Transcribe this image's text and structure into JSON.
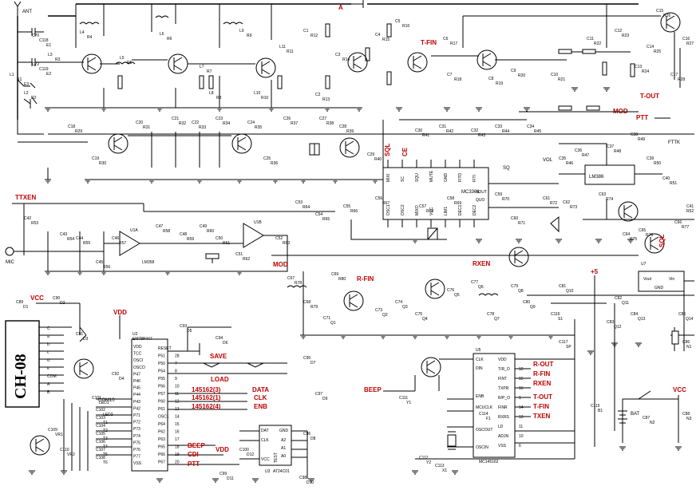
{
  "signals": {
    "ant": "ANT",
    "a": "A",
    "t_fin": "T-FIN",
    "t_out": "T-OUT",
    "mod": "MOD",
    "ptt": "PTT",
    "ttxen": "TTXEN",
    "r_fin": "R-FIN",
    "rxen": "RXEN",
    "beep": "BEEP",
    "sql": "SQL",
    "cdi": "CDI",
    "mic": "MIC",
    "vol": "VOL",
    "vcc": "VCC",
    "vdd": "VDD",
    "vdd2": "VDD",
    "plus5": "+5",
    "bat": "BAT",
    "sq": "SQ",
    "ce": "CE",
    "fwt": "FTTK"
  },
  "board": {
    "label": "CH-08",
    "pins": [
      "C",
      "a",
      "b",
      "c",
      "d",
      "e",
      "COM",
      "A",
      "B"
    ]
  },
  "u2": {
    "ref": "U2",
    "part": "EM78P447",
    "left_pins": [
      "VDD",
      "TCC",
      "OSCI",
      "OSCO",
      "P47",
      "P46",
      "P45",
      "P44",
      "P43",
      "P42",
      "P71",
      "P72",
      "P73",
      "P74",
      "P75",
      "P76",
      "P77",
      "VSS"
    ],
    "right_pins": [
      "RESET",
      "P51",
      "P50",
      "P54",
      "P55",
      "P56",
      "P57",
      "P60",
      "P61",
      "OSC1",
      "P64",
      "P62",
      "P63",
      "P65",
      "P66",
      "P67"
    ],
    "right_nums": [
      "28",
      "7",
      "8",
      "9",
      "10",
      "11",
      "12",
      "13",
      "14",
      "15",
      "16",
      "17",
      "18",
      "19",
      "20"
    ],
    "right_signals": [
      "SAVE",
      "LOAD",
      "145162(3)",
      "DATA",
      "145162(1)",
      "CLK",
      "145162(4)",
      "ENB",
      "BEEP",
      "CDI",
      "PTT"
    ],
    "com10": "COM10"
  },
  "u3": {
    "ref": "U3",
    "part": "AT24C01",
    "left_pins": [
      "DAT",
      "CLK",
      "VCC"
    ],
    "right_pins": [
      "GND",
      "A2",
      "A1",
      "A0"
    ],
    "test": "TEST",
    "nums": [
      "8",
      "1",
      "2",
      "3",
      "4",
      "5",
      "6",
      "7"
    ]
  },
  "u5": {
    "ref": "U5",
    "part": "MC145162",
    "left_pins": [
      "CLK",
      "DIN",
      "ENB",
      "MCUCLK",
      "OSCOUT",
      "OSCIN"
    ],
    "right_pins": [
      "VDD",
      "T/R_O",
      "FINT",
      "TXPR",
      "R/P_O",
      "FINR",
      "RXRS",
      "LD",
      "ADJN",
      "VSS"
    ],
    "right_nums": [
      "12",
      "15",
      "16",
      "1",
      "14",
      "13",
      "11",
      "10",
      "6"
    ],
    "right_signals": [
      "R-OUT",
      "R-FIN",
      "RXEN",
      "T-OUT",
      "T-FIN",
      "TXEN"
    ]
  },
  "u6": {
    "ref": "MC3361",
    "top_pins": [
      "MIXI",
      "SC",
      "SQU",
      "MUTE",
      "GND",
      "FITO",
      "FITI"
    ],
    "bottom_pins": [
      "OSC1",
      "OSC2",
      "MIXO",
      "VCC",
      "LIM1",
      "DEC1",
      "DEC2"
    ],
    "aout": "AOUT",
    "quo": "QUO"
  },
  "u7": {
    "ref": "U7",
    "vout": "Vout",
    "vin": "Vin",
    "gnd": "GND"
  },
  "lm386": {
    "ref": "LM386"
  },
  "lm358": {
    "a": "U1A",
    "b": "U1B",
    "part": "LM358"
  },
  "components": [
    "C70",
    "C72",
    "L1",
    "L2",
    "L3",
    "L4",
    "L5",
    "L6",
    "L7",
    "L8",
    "L9",
    "L10",
    "L11",
    "C1",
    "C2",
    "C3",
    "C4",
    "C5",
    "C6",
    "C7",
    "C8",
    "C9",
    "C10",
    "C11",
    "C12",
    "C13",
    "C14",
    "C15",
    "C16",
    "C17",
    "C18",
    "C19",
    "C20",
    "C21",
    "C22",
    "C23",
    "C24",
    "C25",
    "C26",
    "C27",
    "C28",
    "C29",
    "C30",
    "C31",
    "C32",
    "C33",
    "C34",
    "C35",
    "C36",
    "C37",
    "C38",
    "C39",
    "C40",
    "C41",
    "C42",
    "C43",
    "C44",
    "C45",
    "C46",
    "C47",
    "C48",
    "C49",
    "C50",
    "C51",
    "C52",
    "C53",
    "C54",
    "C55",
    "C56",
    "C57",
    "C58",
    "C59",
    "C60",
    "C61",
    "C62",
    "C63",
    "C64",
    "C65",
    "C66",
    "C67",
    "C68",
    "C69",
    "C71",
    "C73",
    "C74",
    "C75",
    "C76",
    "C77",
    "C78",
    "C79",
    "C80",
    "C81",
    "C82",
    "C83",
    "C84",
    "C85",
    "C86",
    "C87",
    "C88",
    "C89",
    "C90",
    "C91",
    "C92",
    "C93",
    "C94",
    "C95",
    "C96",
    "C97",
    "C98",
    "C99",
    "C100",
    "C101",
    "C102",
    "C103",
    "C104",
    "C105",
    "C106",
    "C107",
    "C108",
    "C109",
    "C110",
    "C111",
    "C112",
    "C113",
    "C114",
    "C115",
    "C116",
    "C117",
    "C118",
    "C119",
    "R1",
    "R2",
    "R3",
    "R4",
    "R5",
    "R6",
    "R7",
    "R8",
    "R9",
    "R10",
    "R11",
    "R12",
    "R13",
    "R14",
    "R15",
    "R16",
    "R17",
    "R18",
    "R19",
    "R20",
    "R21",
    "R22",
    "R23",
    "R24",
    "R25",
    "R26",
    "R27",
    "R28",
    "R29",
    "R30",
    "R31",
    "R32",
    "R33",
    "R34",
    "R35",
    "R36",
    "R37",
    "R38",
    "R39",
    "R40",
    "R41",
    "R42",
    "R43",
    "R44",
    "R45",
    "R46",
    "R47",
    "R48",
    "R49",
    "R50",
    "R51",
    "R52",
    "R53",
    "R54",
    "R55",
    "R56",
    "R57",
    "R58",
    "R59",
    "R60",
    "R61",
    "R62",
    "R63",
    "R64",
    "R65",
    "R66",
    "R67",
    "R68",
    "R69",
    "R70",
    "R71",
    "R72",
    "R73",
    "R74",
    "R75",
    "R76",
    "R77",
    "R78",
    "R79",
    "R80",
    "Q1",
    "Q2",
    "Q3",
    "Q4",
    "Q5",
    "Q6",
    "Q7",
    "Q8",
    "Q9",
    "Q10",
    "Q11",
    "Q12",
    "Q13",
    "Q14",
    "N1",
    "N2",
    "N3",
    "D1",
    "D2",
    "D3",
    "D4",
    "D5",
    "D6",
    "D7",
    "D8",
    "D9",
    "D10",
    "D11",
    "D12",
    "LED1",
    "LED2",
    "T1",
    "T2",
    "T3",
    "T4",
    "T5",
    "T6",
    "VR1",
    "VR2",
    "Y1",
    "Y2",
    "X1",
    "F1",
    "B1",
    "S1",
    "SP",
    "E1",
    "E2",
    "E3"
  ],
  "misc": {
    "r_out": "R-OUT",
    "c_label": "C",
    "v_label": "V"
  }
}
